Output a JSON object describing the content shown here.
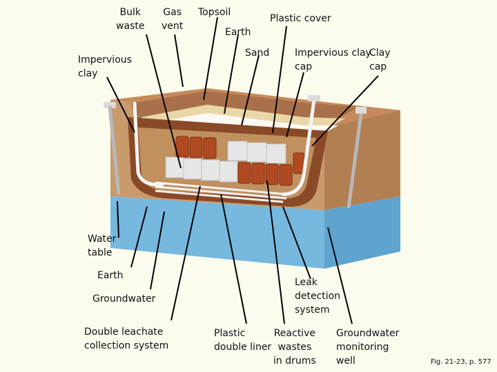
{
  "labels": {
    "bulk_waste": "Bulk\nwaste",
    "gas_vent": "Gas\nvent",
    "topsoil": "Topsoil",
    "earth_top": "Earth",
    "plastic_cover": "Plastic cover",
    "sand": "Sand",
    "impervious_clay_cap": "Impervious clay\ncap",
    "clay_cap": "Clay\ncap",
    "impervious_clay": "Impervious\nclay",
    "water_table": "Water\ntable",
    "earth_bottom": "Earth",
    "groundwater": "Groundwater",
    "double_leachate": "Double leachate\ncollection system",
    "plastic_double_liner": "Plastic\ndouble liner",
    "reactive_wastes": "Reactive\nwastes\nin drums",
    "leak_detection": "Leak\ndetection\nsystem",
    "groundwater_monitoring": "Groundwater\nmonitoring\nwell"
  },
  "caption": "Fig. 21-23, p. 577",
  "colors": {
    "background": "#fbfbee",
    "earth": "#c89a6c",
    "earth_dark": "#a8704a",
    "clay": "#8a4a28",
    "water": "#77b8de",
    "drums": "#b04a22",
    "bulk_blocks": "#e6e6e6",
    "pipes": "#f4f4f4",
    "leader_lines": "#000000"
  }
}
